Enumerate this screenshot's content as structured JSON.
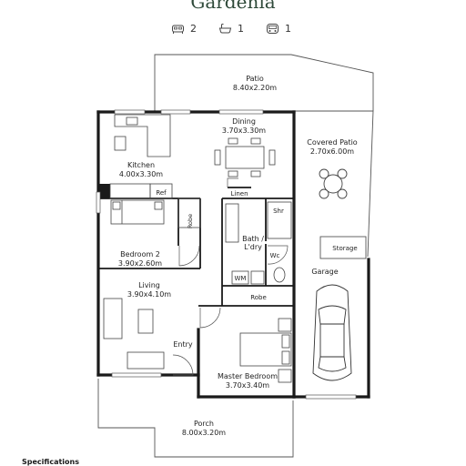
{
  "title": "Gardenia",
  "stats": {
    "bedrooms": "2",
    "bathrooms": "1",
    "garage": "1"
  },
  "rooms": {
    "patio": {
      "name": "Patio",
      "dims": "8.40x2.20m"
    },
    "dining": {
      "name": "Dining",
      "dims": "3.70x3.30m"
    },
    "kitchen": {
      "name": "Kitchen",
      "dims": "4.00x3.30m"
    },
    "covered_patio": {
      "name": "Covered Patio",
      "dims": "2.70x6.00m"
    },
    "bedroom2": {
      "name": "Bedroom 2",
      "dims": "3.90x2.60m"
    },
    "living": {
      "name": "Living",
      "dims": "3.90x4.10m"
    },
    "master": {
      "name": "Master Bedroom",
      "dims": "3.70x3.40m"
    },
    "porch": {
      "name": "Porch",
      "dims": "8.00x3.20m"
    },
    "bath_line1": "Bath /",
    "bath_line2": "L'dry"
  },
  "labels": {
    "ref": "Ref",
    "robe": "Robe",
    "robe_master": "Robe",
    "linen": "Linen",
    "shr": "Shr",
    "wc": "Wc",
    "wm": "WM",
    "storage": "Storage",
    "garage": "Garage",
    "entry": "Entry"
  },
  "specifications_heading": "Specifications"
}
